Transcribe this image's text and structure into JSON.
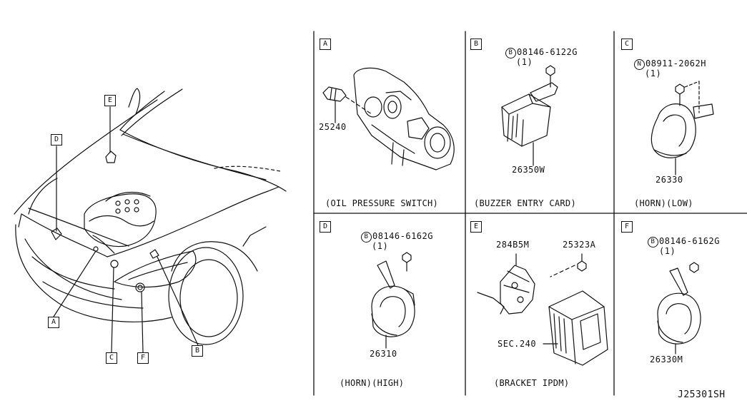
{
  "overview": {
    "callouts": [
      "A",
      "B",
      "C",
      "D",
      "E",
      "F"
    ]
  },
  "panels": [
    {
      "letter": "A",
      "parts": [
        "25240"
      ],
      "caption": "(OIL PRESSURE SWITCH)"
    },
    {
      "letter": "B",
      "bolt_prefix": "B",
      "bolt": "08146-6122G",
      "qty": "(1)",
      "parts": [
        "26350W"
      ],
      "caption": "(BUZZER ENTRY CARD)"
    },
    {
      "letter": "C",
      "bolt_prefix": "N",
      "bolt": "08911-2062H",
      "qty": "(1)",
      "parts": [
        "26330"
      ],
      "caption": "(HORN)(LOW)"
    },
    {
      "letter": "D",
      "bolt_prefix": "B",
      "bolt": "08146-6162G",
      "qty": "(1)",
      "parts": [
        "26310"
      ],
      "caption": "(HORN)(HIGH)"
    },
    {
      "letter": "E",
      "parts": [
        "284B5M",
        "25323A",
        "SEC.240"
      ],
      "caption": "(BRACKET IPDM)"
    },
    {
      "letter": "F",
      "bolt_prefix": "B",
      "bolt": "08146-6162G",
      "qty": "(1)",
      "parts": [
        "26330M"
      ],
      "caption": ""
    }
  ],
  "diagram_id": "J25301SH"
}
